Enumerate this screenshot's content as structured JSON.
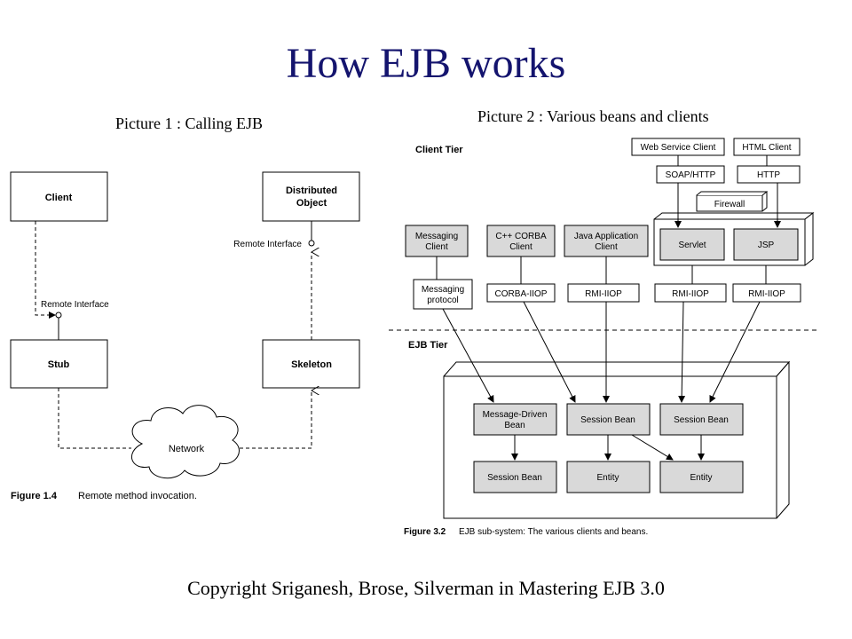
{
  "title": "How EJB works",
  "copyright": "Copyright Sriganesh, Brose, Silverman in Mastering EJB 3.0",
  "picture1": {
    "caption": "Picture 1 : Calling EJB",
    "client": "Client",
    "distributed_object_line1": "Distributed",
    "distributed_object_line2": "Object",
    "remote_interface_right": "Remote Interface",
    "remote_interface_left": "Remote Interface",
    "stub": "Stub",
    "skeleton": "Skeleton",
    "network": "Network",
    "figure_label": "Figure 1.4",
    "figure_text": "Remote method invocation."
  },
  "picture2": {
    "caption": "Picture 2 : Various beans and clients",
    "client_tier": "Client Tier",
    "ejb_tier": "EJB Tier",
    "web_service_client": "Web Service Client",
    "html_client": "HTML Client",
    "soap_http": "SOAP/HTTP",
    "http": "HTTP",
    "firewall": "Firewall",
    "messaging_client_line1": "Messaging",
    "messaging_client_line2": "Client",
    "cpp_corba_line1": "C++ CORBA",
    "cpp_corba_line2": "Client",
    "java_app_line1": "Java Application",
    "java_app_line2": "Client",
    "servlet": "Servlet",
    "jsp": "JSP",
    "messaging_protocol_line1": "Messaging",
    "messaging_protocol_line2": "protocol",
    "corba_iiop": "CORBA-IIOP",
    "rmi_iiop_1": "RMI-IIOP",
    "rmi_iiop_2": "RMI-IIOP",
    "rmi_iiop_3": "RMI-IIOP",
    "mdb_line1": "Message-Driven",
    "mdb_line2": "Bean",
    "session_bean_1": "Session Bean",
    "session_bean_2": "Session Bean",
    "session_bean_3": "Session Bean",
    "entity_1": "Entity",
    "entity_2": "Entity",
    "figure_label": "Figure 3.2",
    "figure_text": "EJB sub-system: The various clients and beans."
  },
  "colors": {
    "title": "#14146e",
    "gray_box": "#d9d9d9"
  }
}
